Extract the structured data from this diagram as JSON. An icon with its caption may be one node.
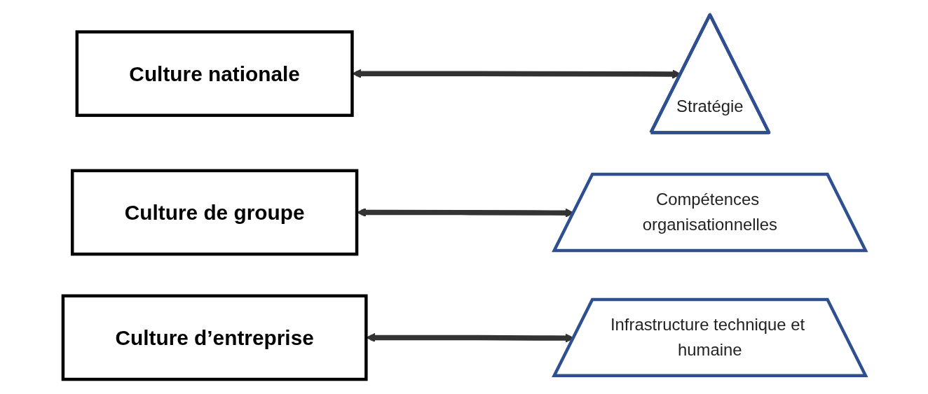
{
  "diagram": {
    "nodes": [
      {
        "text": [
          "Culture nationale"
        ]
      },
      {
        "text": [
          "Culture de groupe"
        ]
      },
      {
        "text": [
          "Culture d’entreprise"
        ]
      },
      {
        "text": [
          "Stratégie"
        ]
      },
      {
        "text": [
          "Compétences organisationnelles"
        ]
      },
      {
        "text": [
          "Infrastructure technique et humaine"
        ]
      }
    ],
    "edges": [
      {
        "from": 0,
        "to": 3,
        "arrow": "both"
      },
      {
        "from": 1,
        "to": 4,
        "arrow": "both"
      },
      {
        "from": 2,
        "to": 5,
        "arrow": "both"
      }
    ]
  }
}
